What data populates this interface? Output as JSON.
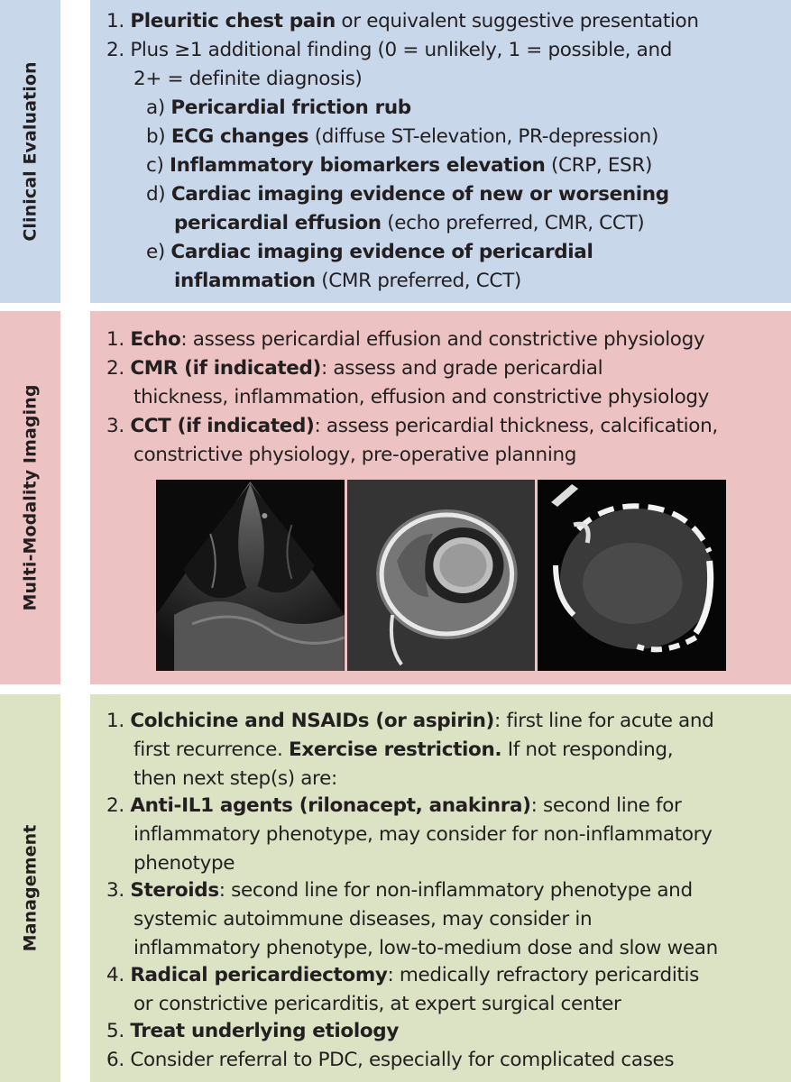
{
  "clinical": {
    "side_label": "Clinical Evaluation",
    "item1": {
      "num": "1.",
      "bold": "Pleuritic chest pain",
      "rest": " or equivalent suggestive presentation"
    },
    "item2": {
      "num": "2.",
      "line1": "Plus ≥1 additional finding (0 = unlikely, 1 = possible, and",
      "line2": "2+ = definite diagnosis)"
    },
    "sub_a": {
      "letter": "a)",
      "bold": "Pericardial friction rub",
      "rest": ""
    },
    "sub_b": {
      "letter": "b)",
      "bold": "ECG changes",
      "rest": " (diffuse ST-elevation, PR-depression)"
    },
    "sub_c": {
      "letter": "c)",
      "bold": "Inflammatory biomarkers elevation",
      "rest": " (CRP, ESR)"
    },
    "sub_d": {
      "letter": "d)",
      "bold1": "Cardiac imaging evidence of new or worsening",
      "bold2": "pericardial effusion",
      "rest2": " (echo preferred, CMR, CCT)"
    },
    "sub_e": {
      "letter": "e)",
      "bold1": "Cardiac imaging evidence of pericardial",
      "bold2": "inflammation",
      "rest2": " (CMR preferred, CCT)"
    }
  },
  "imaging": {
    "side_label": "Multi-Modality Imaging",
    "item1": {
      "num": "1.",
      "bold": "Echo",
      "rest": ": assess pericardial effusion and constrictive physiology"
    },
    "item2": {
      "num": "2.",
      "bold": "CMR (if indicated)",
      "rest1": ": assess and grade pericardial",
      "line2": "thickness, inflammation, effusion and constrictive physiology"
    },
    "item3": {
      "num": "3.",
      "bold": "CCT (if indicated)",
      "rest1": ": assess pericardial thickness, calcification,",
      "line2": "constrictive physiology, pre-operative planning"
    },
    "images": [
      "echo-image",
      "cmr-image",
      "cct-image"
    ]
  },
  "management": {
    "side_label": "Management",
    "item1": {
      "num": "1.",
      "bold": "Colchicine and NSAIDs (or aspirin)",
      "rest1": ": first line for acute and",
      "line2_pre": "first recurrence. ",
      "line2_bold": "Exercise restriction.",
      "line2_post": " If not responding,",
      "line3": "then next step(s) are:"
    },
    "item2": {
      "num": "2.",
      "bold": "Anti-IL1 agents (rilonacept, anakinra)",
      "rest1": ": second line for",
      "line2": "inflammatory phenotype, may consider for non-inflammatory",
      "line3": "phenotype"
    },
    "item3": {
      "num": "3.",
      "bold": "Steroids",
      "rest1": ": second line for non-inflammatory phenotype and",
      "line2": "systemic autoimmune diseases, may consider in",
      "line3": "inflammatory phenotype, low-to-medium dose and slow wean"
    },
    "item4": {
      "num": "4.",
      "bold": "Radical pericardiectomy",
      "rest1": ": medically refractory pericarditis",
      "line2": "or constrictive pericarditis, at expert surgical center"
    },
    "item5": {
      "num": "5.",
      "bold": "Treat underlying etiology"
    },
    "item6": {
      "num": "6.",
      "text": "Consider referral to PDC, especially for complicated cases"
    }
  },
  "colors": {
    "clinical_bg": "#c8d7ea",
    "imaging_bg": "#edc2c2",
    "management_bg": "#dbe3c4",
    "text": "#231f20"
  }
}
